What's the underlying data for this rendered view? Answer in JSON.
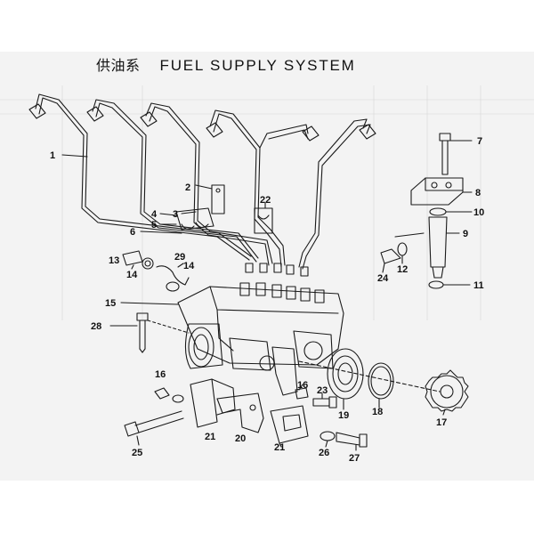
{
  "title": {
    "chinese": "供油系",
    "english": "FUEL SUPPLY SYSTEM"
  },
  "parts": [
    {
      "id": "p1",
      "label": "1"
    },
    {
      "id": "p2",
      "label": "2"
    },
    {
      "id": "p3",
      "label": "3"
    },
    {
      "id": "p4",
      "label": "4"
    },
    {
      "id": "p5",
      "label": "5"
    },
    {
      "id": "p6",
      "label": "6"
    },
    {
      "id": "p7",
      "label": "7"
    },
    {
      "id": "p8",
      "label": "8"
    },
    {
      "id": "p9",
      "label": "9"
    },
    {
      "id": "p10",
      "label": "10"
    },
    {
      "id": "p11",
      "label": "11"
    },
    {
      "id": "p12",
      "label": "12"
    },
    {
      "id": "p13",
      "label": "13"
    },
    {
      "id": "p14a",
      "label": "14"
    },
    {
      "id": "p14b",
      "label": "14"
    },
    {
      "id": "p15",
      "label": "15"
    },
    {
      "id": "p16a",
      "label": "16"
    },
    {
      "id": "p16b",
      "label": "16"
    },
    {
      "id": "p17",
      "label": "17"
    },
    {
      "id": "p18",
      "label": "18"
    },
    {
      "id": "p19",
      "label": "19"
    },
    {
      "id": "p20",
      "label": "20"
    },
    {
      "id": "p21a",
      "label": "21"
    },
    {
      "id": "p21b",
      "label": "21"
    },
    {
      "id": "p22",
      "label": "22"
    },
    {
      "id": "p23",
      "label": "23"
    },
    {
      "id": "p24",
      "label": "24"
    },
    {
      "id": "p25",
      "label": "25"
    },
    {
      "id": "p26",
      "label": "26"
    },
    {
      "id": "p27",
      "label": "27"
    },
    {
      "id": "p28",
      "label": "28"
    },
    {
      "id": "p29",
      "label": "29"
    }
  ],
  "colors": {
    "ink": "#1a1a1a",
    "paper": "#ffffff",
    "scan_band": "#f3f3f3",
    "show_through": "#c4c4c4"
  }
}
